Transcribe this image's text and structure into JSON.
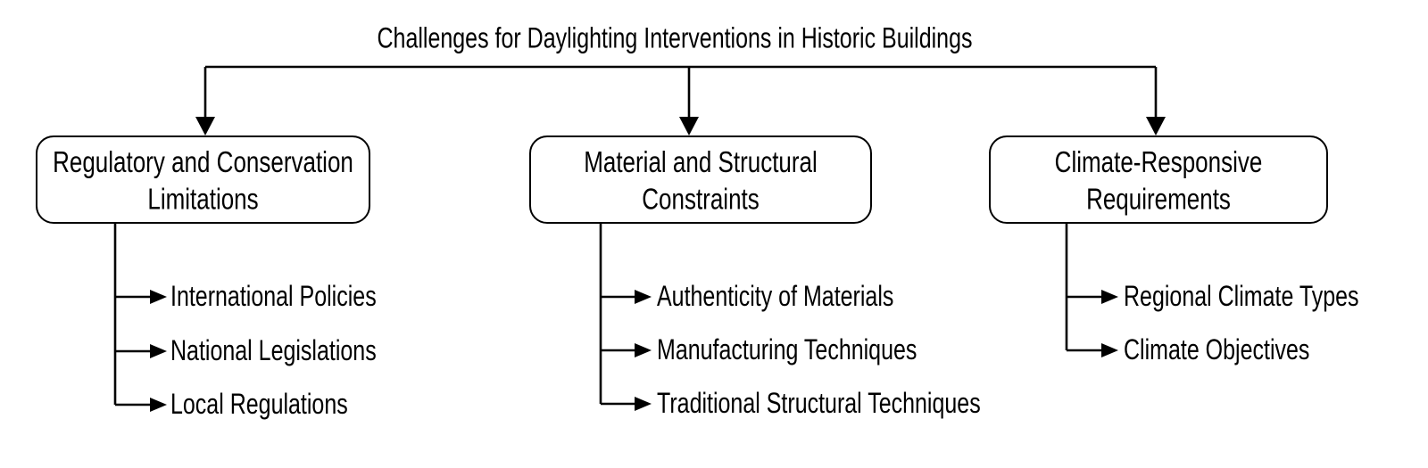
{
  "diagram": {
    "title": "Challenges for Daylighting Interventions in Historic Buildings",
    "branches": [
      {
        "label": "Regulatory and Conservation Limitations",
        "children": [
          "International Policies",
          "National Legislations",
          "Local Regulations"
        ]
      },
      {
        "label": "Material and Structural Constraints",
        "children": [
          "Authenticity of Materials",
          "Manufacturing Techniques",
          "Traditional Structural Techniques"
        ]
      },
      {
        "label": "Climate-Responsive Requirements",
        "children": [
          "Regional Climate Types",
          "Climate Objectives"
        ]
      }
    ],
    "colors": {
      "background": "#ffffff",
      "line": "#000000",
      "text": "#000000",
      "node_fill": "#ffffff",
      "node_border": "#000000"
    }
  }
}
